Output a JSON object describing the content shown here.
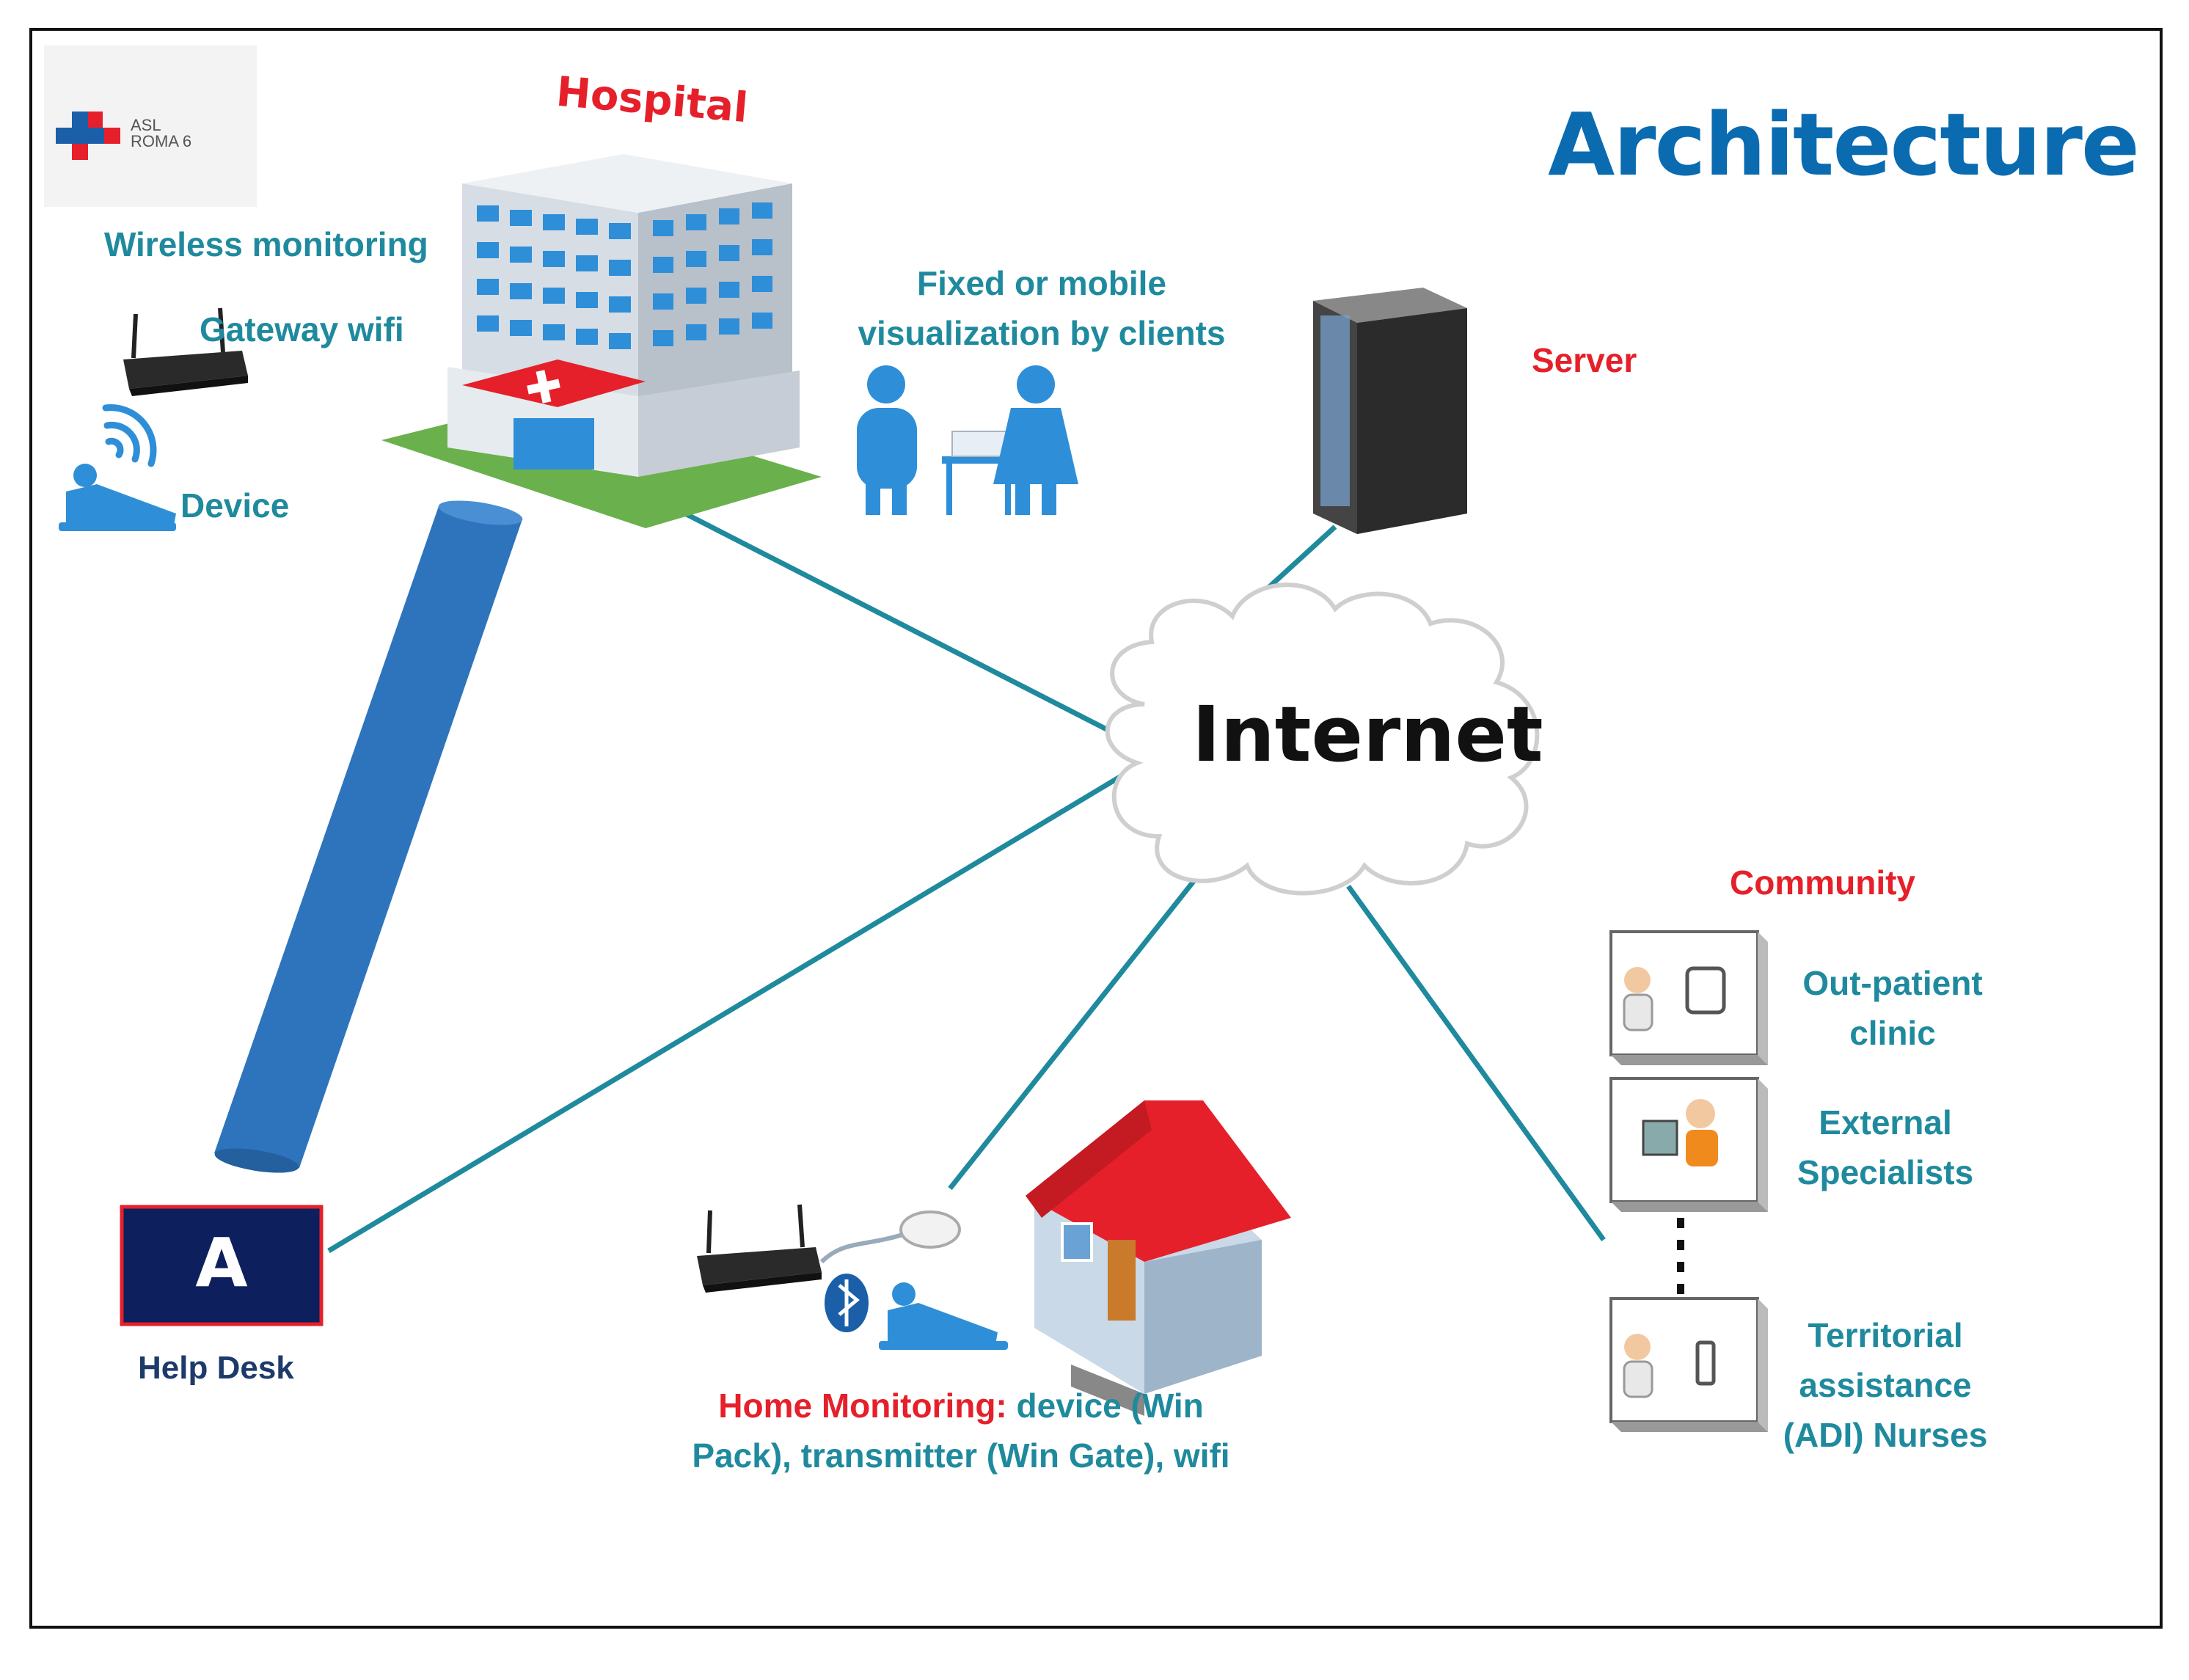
{
  "title": "Architecture",
  "logo": {
    "line1": "ASL",
    "line2": "ROMA 6"
  },
  "labels": {
    "hospital": "Hospital",
    "wireless_monitoring": "Wireless monitoring",
    "gateway_wifi": "Gateway wifi",
    "device": "Device",
    "fixed_mobile_line1": "Fixed or mobile",
    "fixed_mobile_line2": "visualization by clients",
    "server": "Server",
    "internet": "Internet",
    "community": "Community",
    "outpatient_line1": "Out-patient",
    "outpatient_line2": "clinic",
    "external_line1": "External",
    "external_line2": "Specialists",
    "territorial_line1": "Territorial",
    "territorial_line2": "assistance",
    "territorial_line3": "(ADI) Nurses",
    "helpdesk_letter": "A",
    "helpdesk": "Help Desk",
    "home_monitoring_prefix": "Home Monitoring:",
    "home_monitoring_rest1": " device (Win",
    "home_monitoring_line2": "Pack), transmitter (Win Gate), wifi"
  },
  "colors": {
    "teal": "#1f8a9e",
    "red": "#e5202a",
    "title_blue": "#0a6bb0",
    "link_line": "#1f8a9e",
    "tube_blue": "#2d74bd",
    "helpdesk_navy": "#0d1f5c"
  }
}
